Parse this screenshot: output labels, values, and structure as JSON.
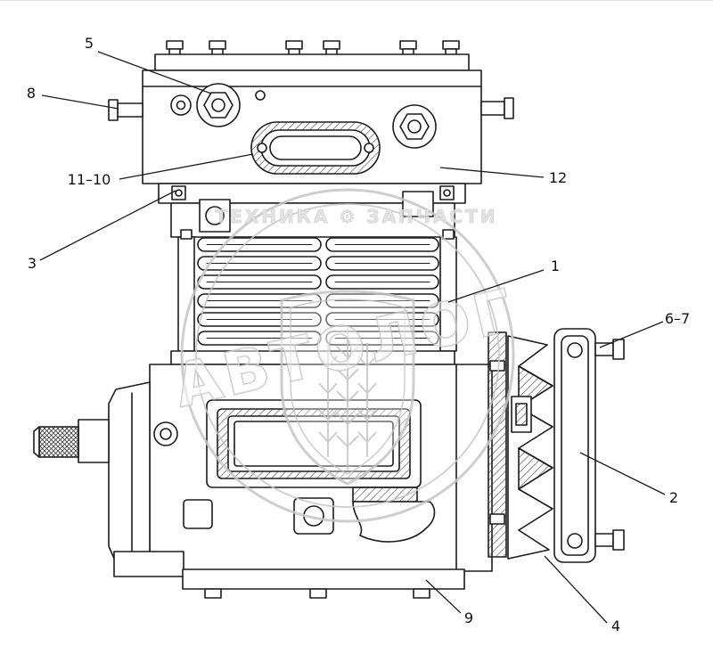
{
  "figure": {
    "watermark": {
      "band_text": "ТЕХНИКА ⚙ ЗАПЧАСТИ",
      "big_text": "АВТОЛОГ"
    },
    "callouts": [
      {
        "label": "5"
      },
      {
        "label": "8"
      },
      {
        "label": "11–10"
      },
      {
        "label": "3"
      },
      {
        "label": "12"
      },
      {
        "label": "1"
      },
      {
        "label": "6–7"
      },
      {
        "label": "2"
      },
      {
        "label": "9"
      },
      {
        "label": "4"
      }
    ],
    "colors": {
      "line": "#1c1c1c",
      "watermark": "#c6c6c6"
    }
  }
}
